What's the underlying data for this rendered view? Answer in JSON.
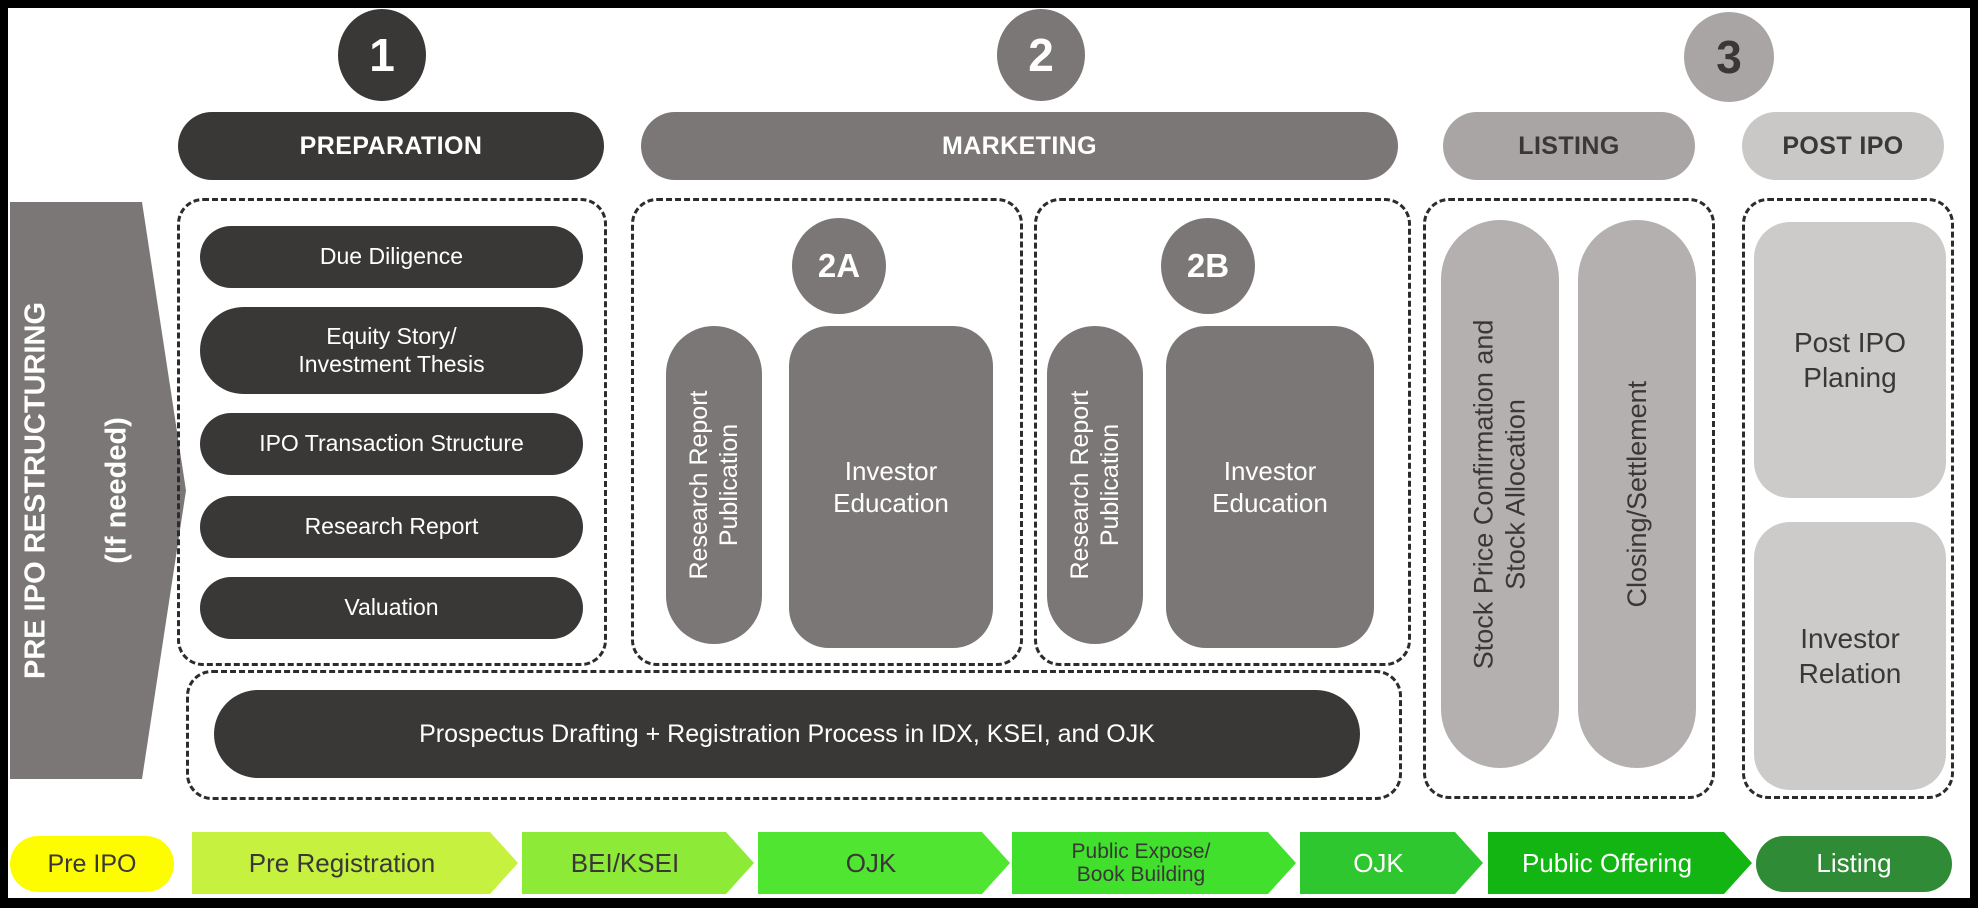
{
  "colors": {
    "dark": "#3a3737",
    "mid": "#7c7777",
    "gray3": "#a9a5a5",
    "listing_pill": "#b4b0b0",
    "post_header": "#cac7c7",
    "post_inner": "#cdcaca",
    "white": "#ffffff"
  },
  "circles": [
    {
      "label": "1"
    },
    {
      "label": "2"
    },
    {
      "label": "3"
    }
  ],
  "headers": {
    "preparation": "PREPARATION",
    "marketing": "MARKETING",
    "listing": "LISTING",
    "post_ipo": "POST IPO"
  },
  "side_banner": {
    "line1": "PRE IPO RESTRUCTURING",
    "line2": "(If needed)"
  },
  "preparation": {
    "items": [
      "Due Diligence",
      "Equity Story/\nInvestment Thesis",
      "IPO Transaction Structure",
      "Research Report",
      "Valuation"
    ],
    "footer": "Prospectus Drafting + Registration Process in IDX, KSEI, and OJK"
  },
  "marketing": {
    "phases": [
      {
        "badge": "2A",
        "research": "Research Report\nPublication",
        "education": "Investor\nEducation"
      },
      {
        "badge": "2B",
        "research": "Research Report\nPublication",
        "education": "Investor\nEducation"
      }
    ]
  },
  "listing": {
    "items": [
      "Stock Price Confirmation and\nStock Allocation",
      "Closing/Settlement"
    ]
  },
  "post_ipo": {
    "items": [
      "Post IPO\nPlaning",
      "Investor\nRelation"
    ]
  },
  "timeline": [
    {
      "label": "Pre IPO",
      "shape": "pill",
      "bg": "#fdfd00",
      "fg": "#3a3737"
    },
    {
      "label": "Pre Registration",
      "shape": "arrow",
      "bg": "#c6f13f",
      "fg": "#3a3737"
    },
    {
      "label": "BEI/KSEI",
      "shape": "arrow",
      "bg": "#8deb37",
      "fg": "#3a3737"
    },
    {
      "label": "OJK",
      "shape": "arrow",
      "bg": "#50e531",
      "fg": "#3a3737"
    },
    {
      "label": "Public Expose/\nBook Building",
      "shape": "arrow",
      "bg": "#40e02c",
      "fg": "#3a3737"
    },
    {
      "label": "OJK",
      "shape": "arrow",
      "bg": "#2fc72f",
      "fg": "#ffffff"
    },
    {
      "label": "Public Offering",
      "shape": "arrow",
      "bg": "#12b512",
      "fg": "#ffffff"
    },
    {
      "label": "Listing",
      "shape": "pill",
      "bg": "#2f8b36",
      "fg": "#ffffff"
    }
  ]
}
